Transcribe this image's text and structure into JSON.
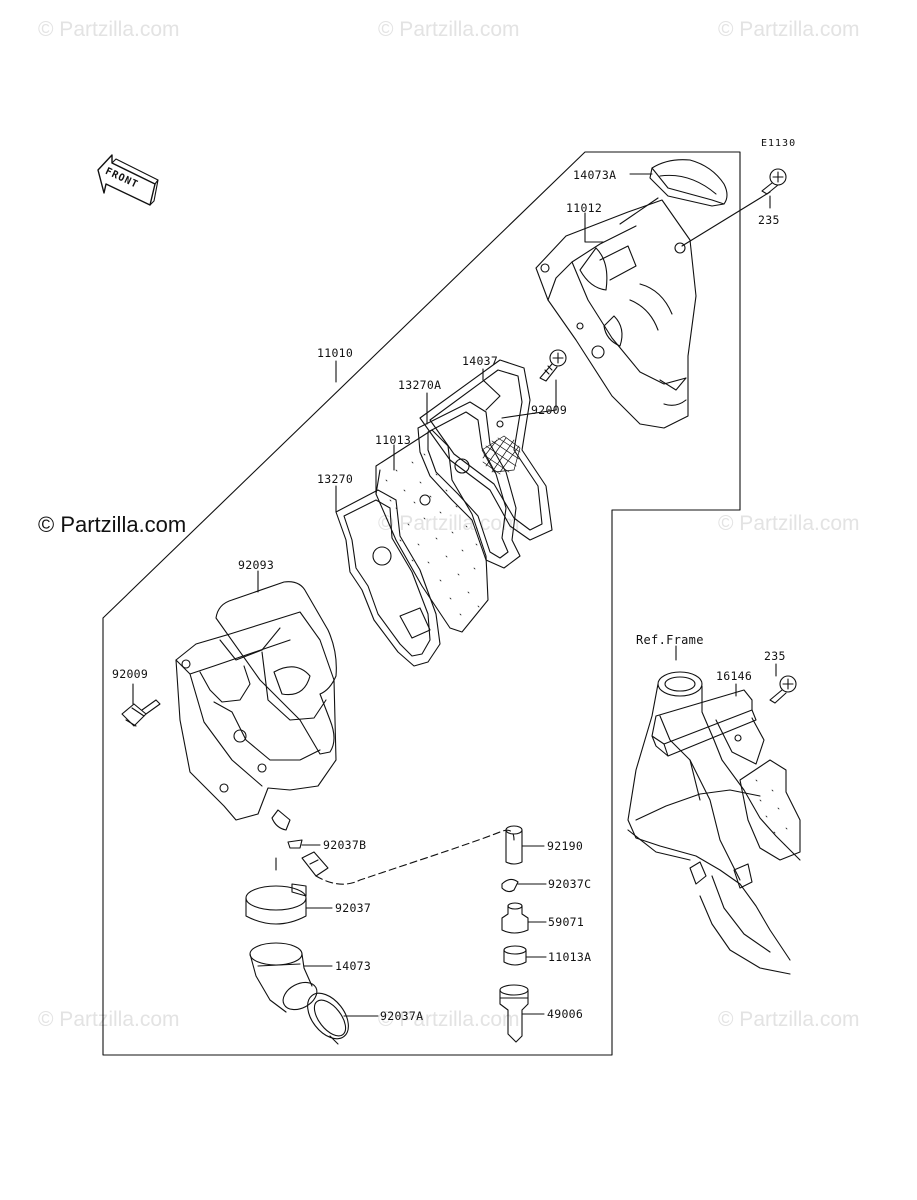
{
  "watermarks": [
    "© Partzilla.com",
    "© Partzilla.com",
    "© Partzilla.com",
    "© Partzilla.com",
    "© Partzilla.com",
    "© Partzilla.com",
    "© Partzilla.com",
    "© Partzilla.com",
    "© Partzilla.com"
  ],
  "diagram_code": "E1130",
  "front_label": "FRONT",
  "ref_label": "Ref.Frame",
  "parts": {
    "p14073A": "14073A",
    "p11012": "11012",
    "p235a": "235",
    "p11010": "11010",
    "p14037": "14037",
    "p13270A": "13270A",
    "p11013": "11013",
    "p92009a": "92009",
    "p13270": "13270",
    "p92093": "92093",
    "p92009b": "92009",
    "p92037B": "92037B",
    "p92190": "92190",
    "p92037C": "92037C",
    "p92037": "92037",
    "p59071": "59071",
    "p11013A": "11013A",
    "p14073": "14073",
    "p92037A": "92037A",
    "p49006": "49006",
    "p235b": "235",
    "p16146": "16146"
  }
}
